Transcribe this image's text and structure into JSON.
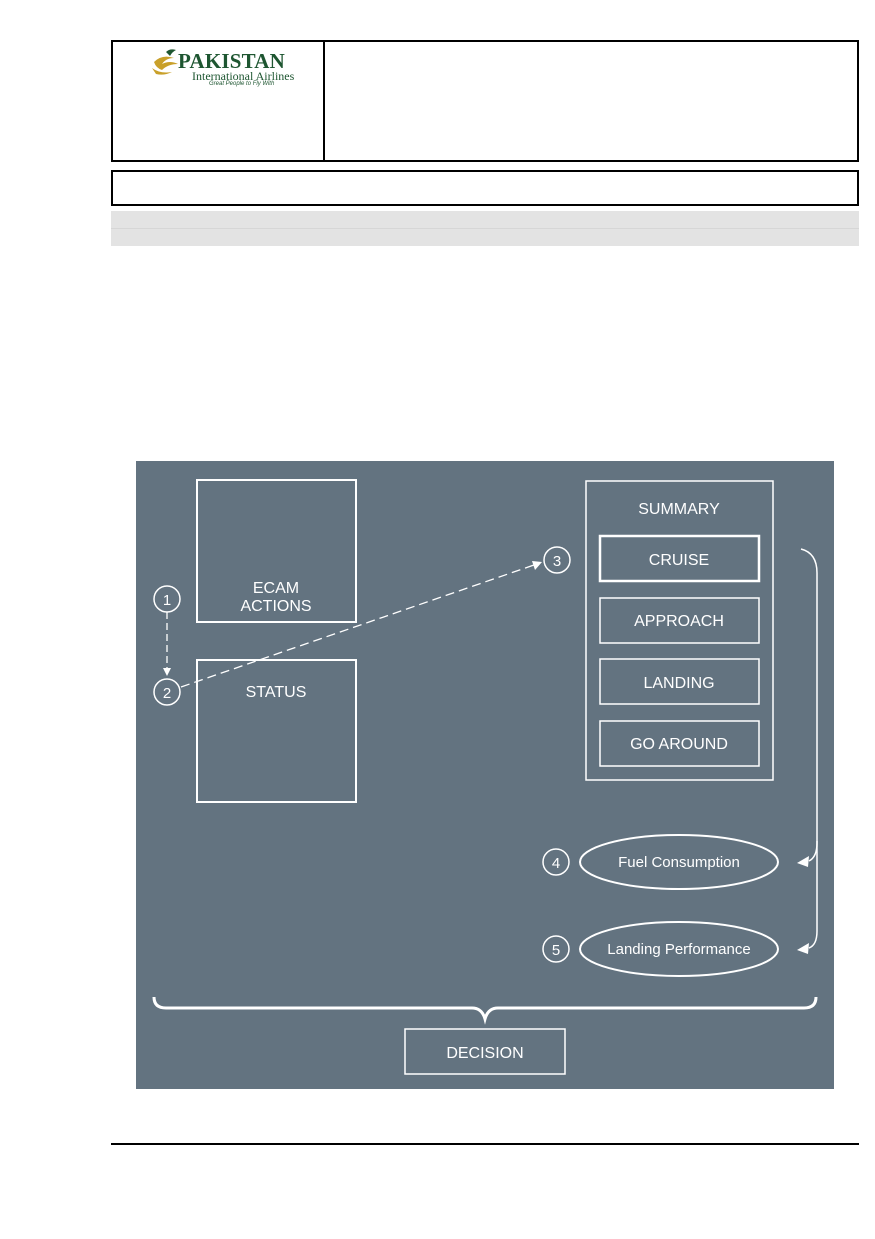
{
  "header": {
    "logo_name": "PAKISTAN",
    "logo_sub": "International Airlines",
    "logo_tagline": "Great People to Fly With"
  },
  "colors": {
    "diagram_bg": "#637380",
    "logo_green": "#1e5631",
    "logo_gold": "#c9a02a"
  },
  "diagram": {
    "ecam_actions": [
      "ECAM",
      "ACTIONS"
    ],
    "status": "STATUS",
    "summary": {
      "title": "SUMMARY",
      "items": [
        "CRUISE",
        "APPROACH",
        "LANDING",
        "GO AROUND"
      ]
    },
    "steps": [
      "1",
      "2",
      "3",
      "4",
      "5"
    ],
    "fuel_consumption": "Fuel Consumption",
    "landing_performance": "Landing Performance",
    "decision": "DECISION"
  }
}
